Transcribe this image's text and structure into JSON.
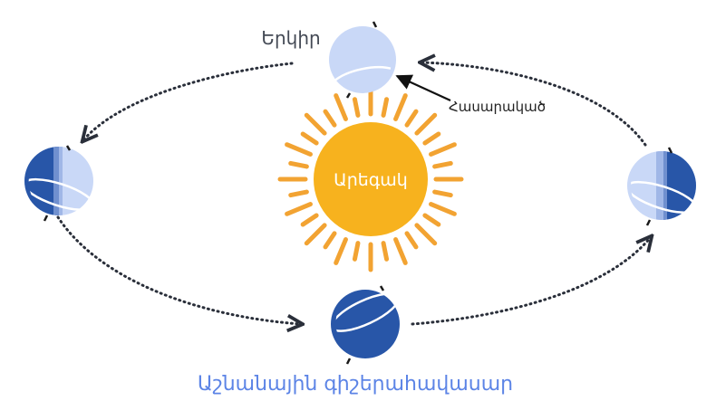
{
  "labels": {
    "earth": "Երկիր",
    "sun": "Արեգակ",
    "equinox": "Հասարակած",
    "caption": "Աշնանային գիշերահավասար"
  },
  "colors": {
    "sun_core": "#F7B21E",
    "sun_rays": "#F2A332",
    "planet_light": "#C9D8F7",
    "planet_dark": "#2856A8",
    "orbit": "#2A2F3A",
    "caption": "#5C84E6"
  }
}
